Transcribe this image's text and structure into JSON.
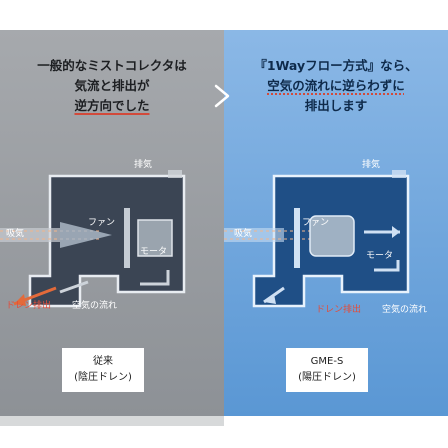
{
  "left": {
    "heading": [
      "一般的なミストコレクタは",
      "気流と排出が",
      "逆方向でした"
    ],
    "exhaust": "排気",
    "intake": "吸気",
    "fan": "ファン",
    "motor": "モータ",
    "drain": "ドレン排出",
    "airflow": "空気の流れ",
    "caption": [
      "従来",
      "(陰圧ドレン)"
    ]
  },
  "right": {
    "heading": [
      "『1Wayフロー方式』なら、",
      "空気の流れに逆らわずに",
      "排出します"
    ],
    "exhaust": "排気",
    "intake": "吸気",
    "fan": "ファン",
    "motor": "モータ",
    "drain": "ドレン排出",
    "airflow": "空気の流れ",
    "caption": [
      "GME-S",
      "(陽圧ドレン)"
    ]
  },
  "colors": {
    "left_bg": "#8d9196",
    "right_bg": "#5a97d4",
    "drain_arrow": "#e36a3a",
    "highlight": "#d24a3a"
  },
  "icons": [
    "chevron-right-icon",
    "fan-icon",
    "motor-icon",
    "arrow-icon"
  ]
}
